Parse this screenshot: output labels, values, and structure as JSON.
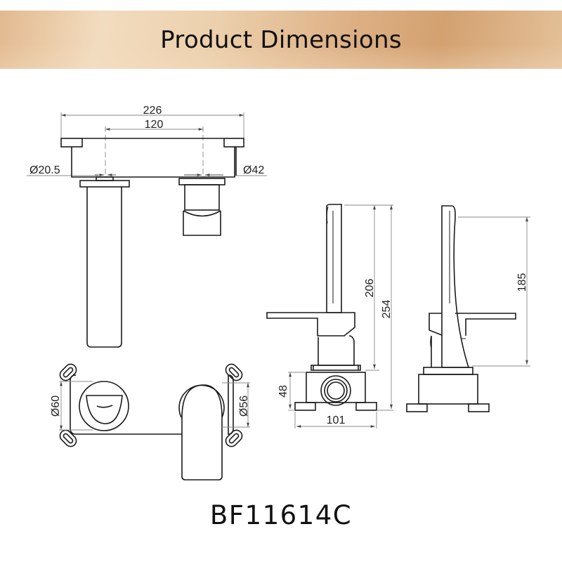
{
  "header": {
    "title": "Product Dimensions",
    "background_gradient": [
      "#e2b98f",
      "#f2dcbf",
      "#d3a170"
    ]
  },
  "drawing": {
    "top_view": {
      "overall_width": "226",
      "centers_distance": "120",
      "spout_diameter": "Ø20.5",
      "handle_diameter": "Ø42"
    },
    "front_view": {
      "left_escutcheon_diameter": "Ø60",
      "right_escutcheon_diameter": "Ø56"
    },
    "side_view": {
      "spout_height": "206",
      "overall_height": "254",
      "box_height": "48",
      "box_width": "101"
    },
    "rear_side_view": {
      "handle_height": "185"
    },
    "line_color": "#1a1a1a",
    "dimension_line_color": "#888888"
  },
  "product": {
    "model_number": "BF11614C"
  }
}
